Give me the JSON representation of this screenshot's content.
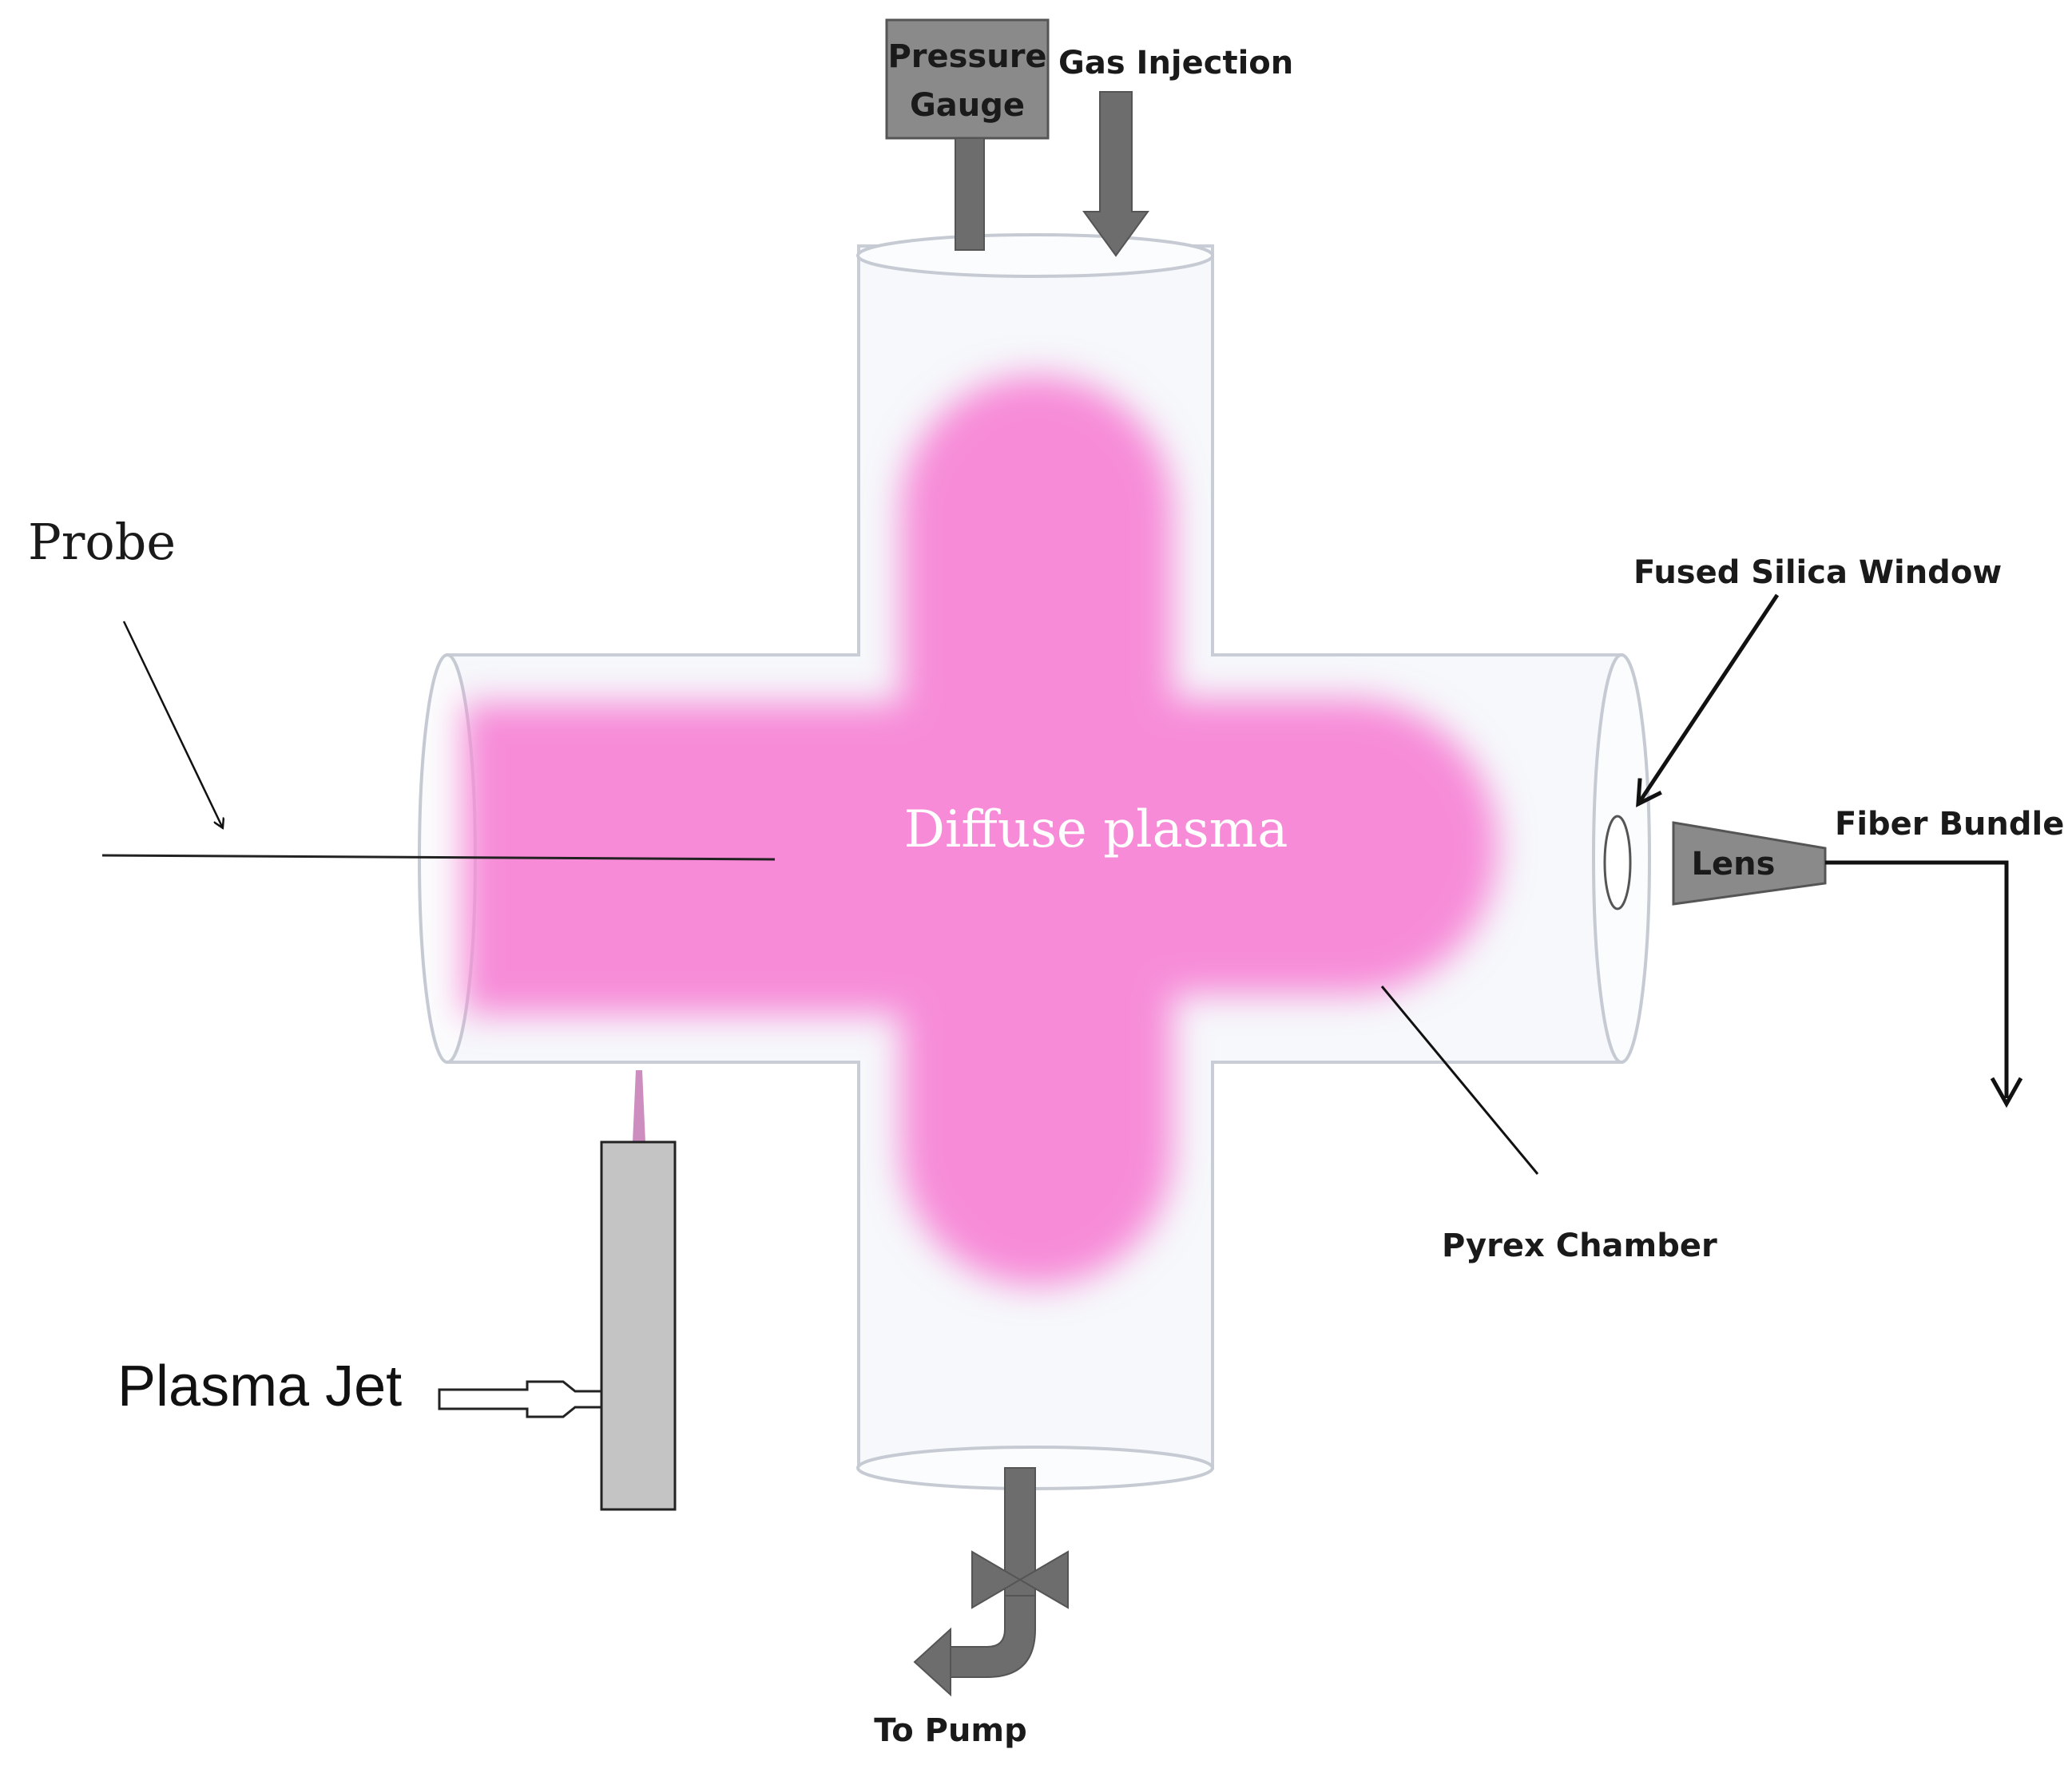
{
  "labels": {
    "pressure_gauge_line1": "Pressure",
    "pressure_gauge_line2": "Gauge",
    "gas_injection": "Gas Injection",
    "probe": "Probe",
    "fused_silica_window": "Fused Silica Window",
    "fiber_bundle": "Fiber Bundle",
    "lens": "Lens",
    "diffuse_plasma": "Diffuse plasma",
    "pyrex_chamber": "Pyrex Chamber",
    "plasma_jet": "Plasma Jet",
    "to_pump": "To Pump"
  },
  "colors": {
    "plasma": "#f78bd8",
    "glass_outline": "#c9ced6",
    "glass_fill": "#f6f8fb",
    "gauge_fill": "#8a8a8a",
    "pipe_fill": "#6d6d6d",
    "jet_body": "#c4c4c4",
    "line": "#111111"
  },
  "icons": {
    "valve": "valve-icon",
    "lens": "lens-icon"
  }
}
